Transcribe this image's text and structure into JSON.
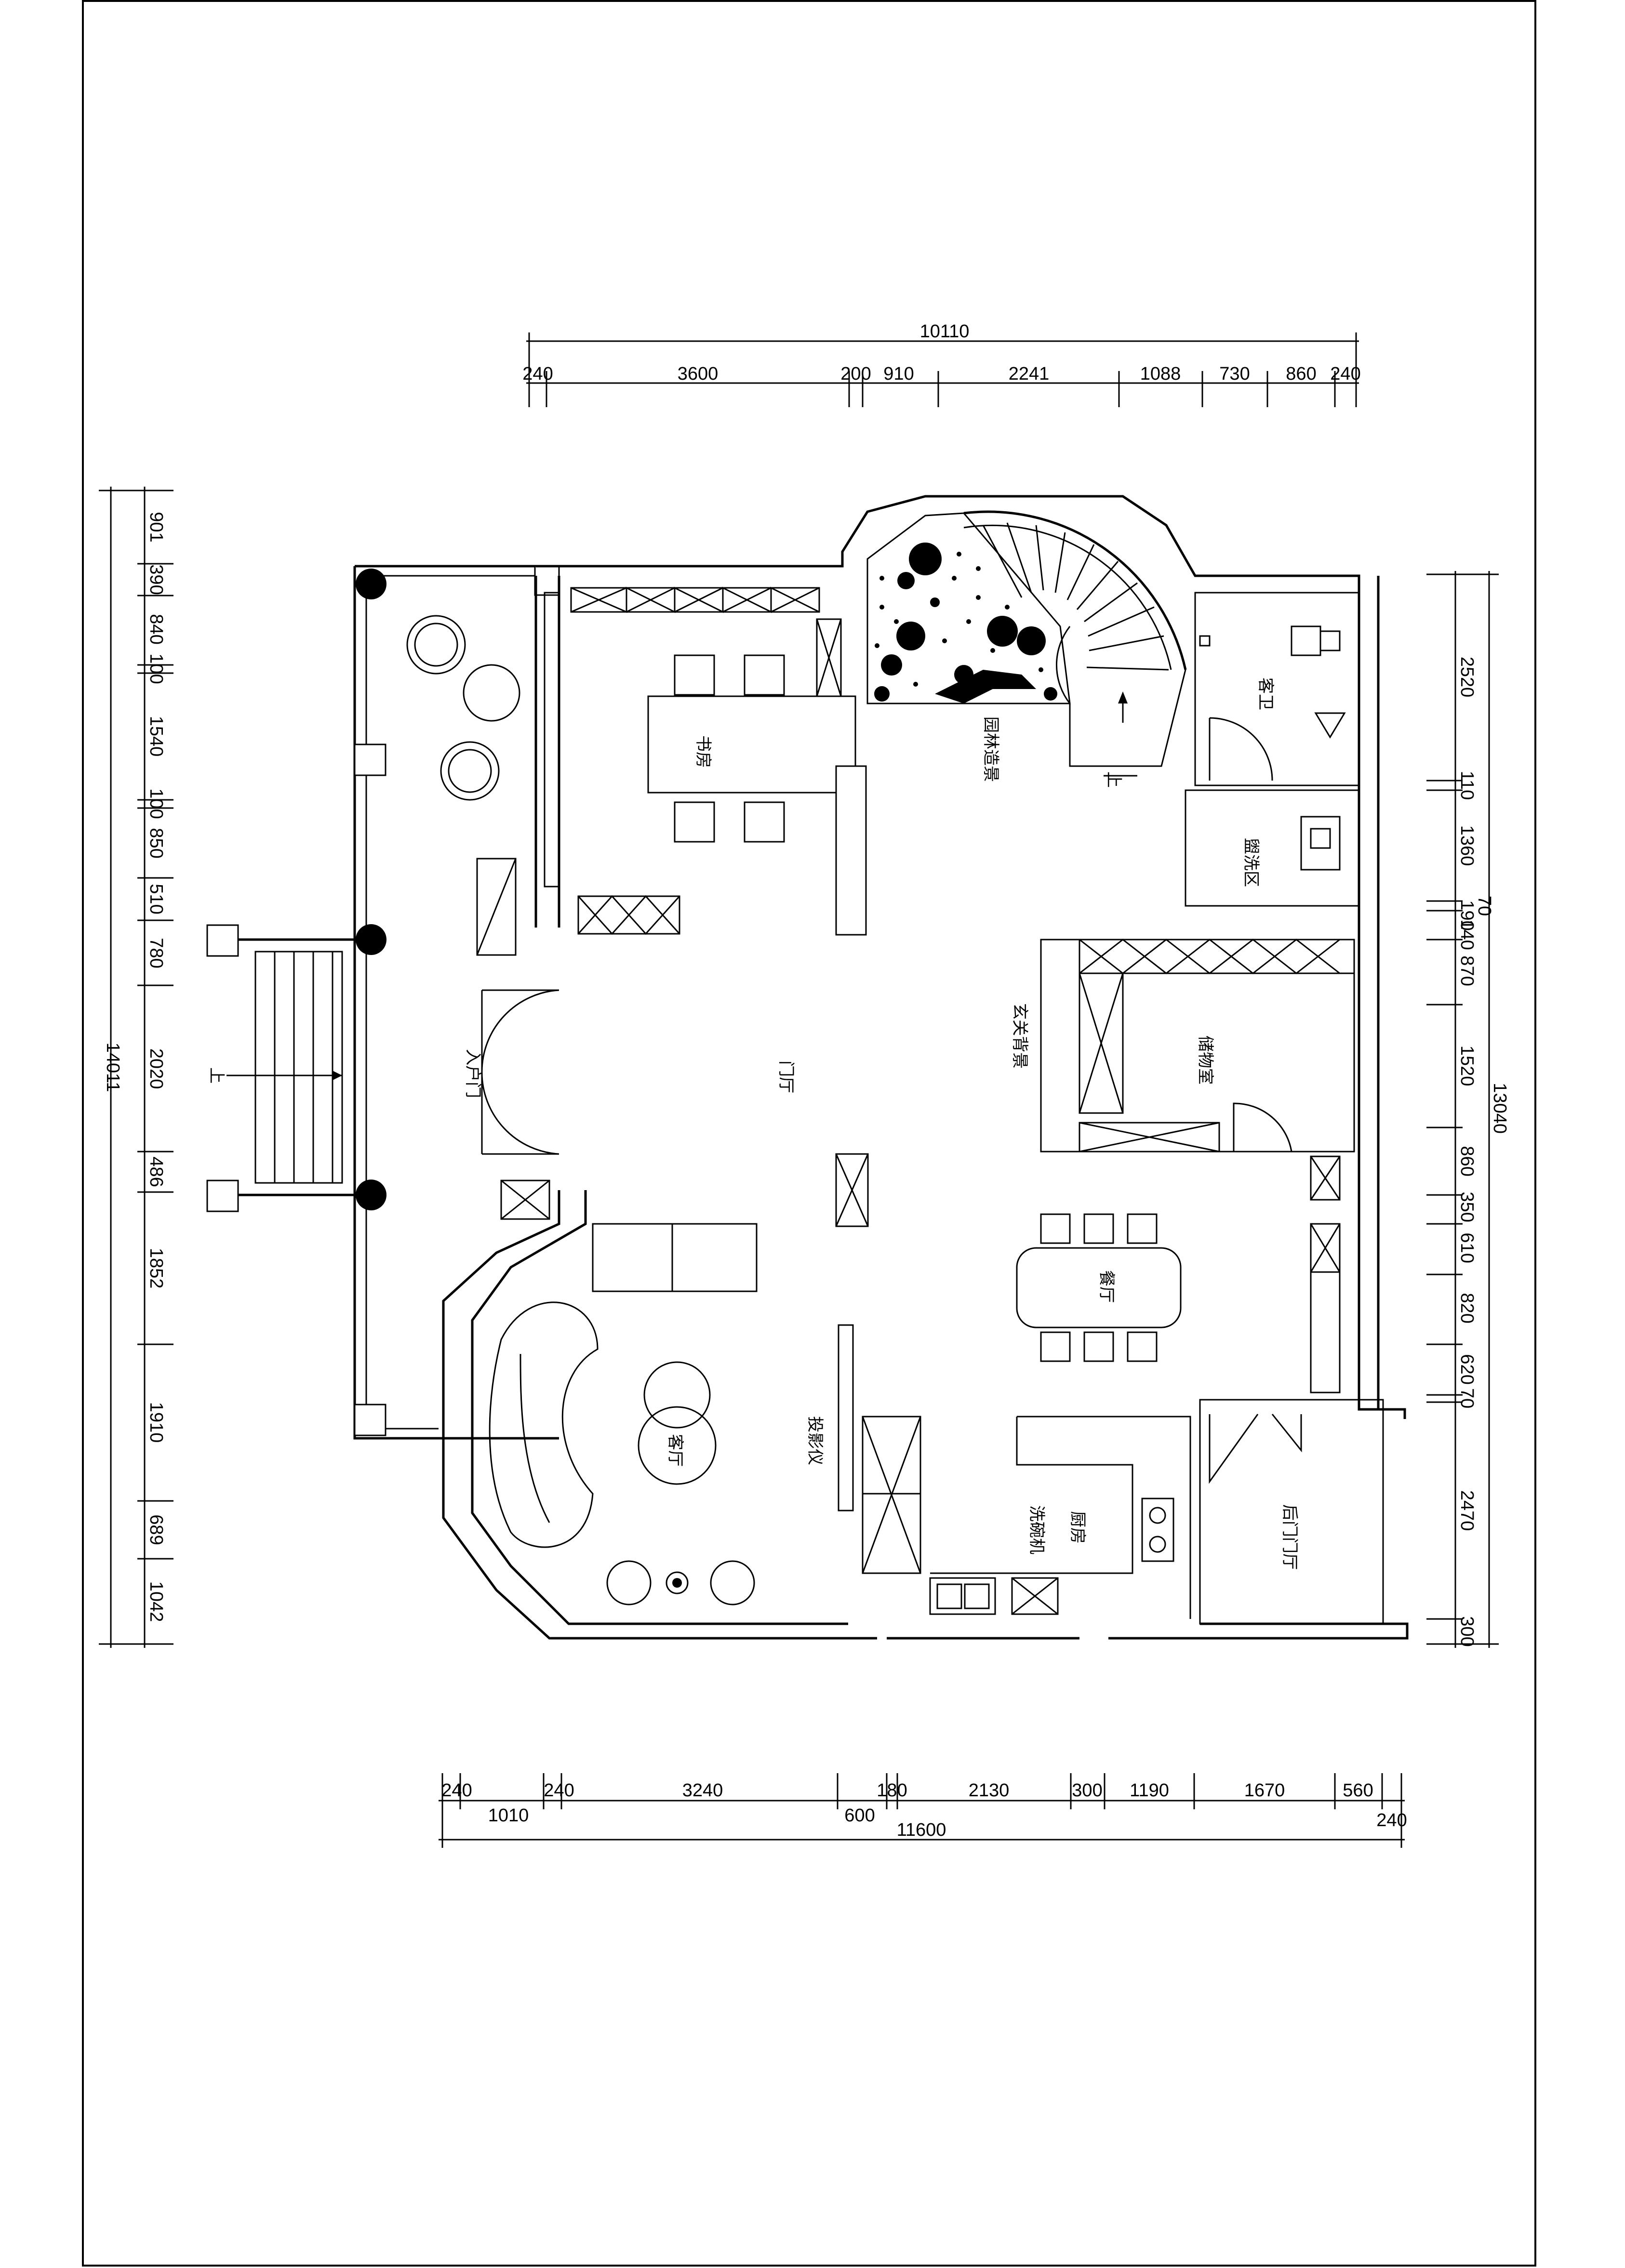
{
  "dimensions": {
    "top_total": "10110",
    "top": [
      "240",
      "3600",
      "200",
      "910",
      "2241",
      "1088",
      "730",
      "860",
      "240"
    ],
    "left_total": "14011",
    "left": [
      "901",
      "390",
      "840",
      "100",
      "1540",
      "100",
      "850",
      "510",
      "780",
      "2020",
      "486",
      "1852",
      "1910",
      "689",
      "1042"
    ],
    "right_total": "13040",
    "right": [
      "2520",
      "110",
      "1360",
      "70",
      "190",
      "140",
      "870",
      "1520",
      "860",
      "350",
      "610",
      "820",
      "620",
      "70",
      "2470",
      "300"
    ],
    "bottom_total": "11600",
    "bottom": [
      "240",
      "240",
      "3240",
      "180",
      "2130",
      "300",
      "1190",
      "1670",
      "560"
    ],
    "bottom_sub": [
      "1010",
      "600",
      "240"
    ]
  },
  "rooms": {
    "study": "书房",
    "garden": "园林造景",
    "guest_bath": "客卫",
    "washroom": "盥洗区",
    "storage": "储物室",
    "entry_feature": "玄关背景",
    "foyer": "门厅",
    "entry_door": "入户门",
    "dining": "餐厅",
    "living": "客厅",
    "projector": "投影仪",
    "kitchen": "厨房",
    "dishwasher": "洗碗机",
    "back_hall": "后门门厅",
    "up_stair": "上",
    "up_front": "上"
  }
}
